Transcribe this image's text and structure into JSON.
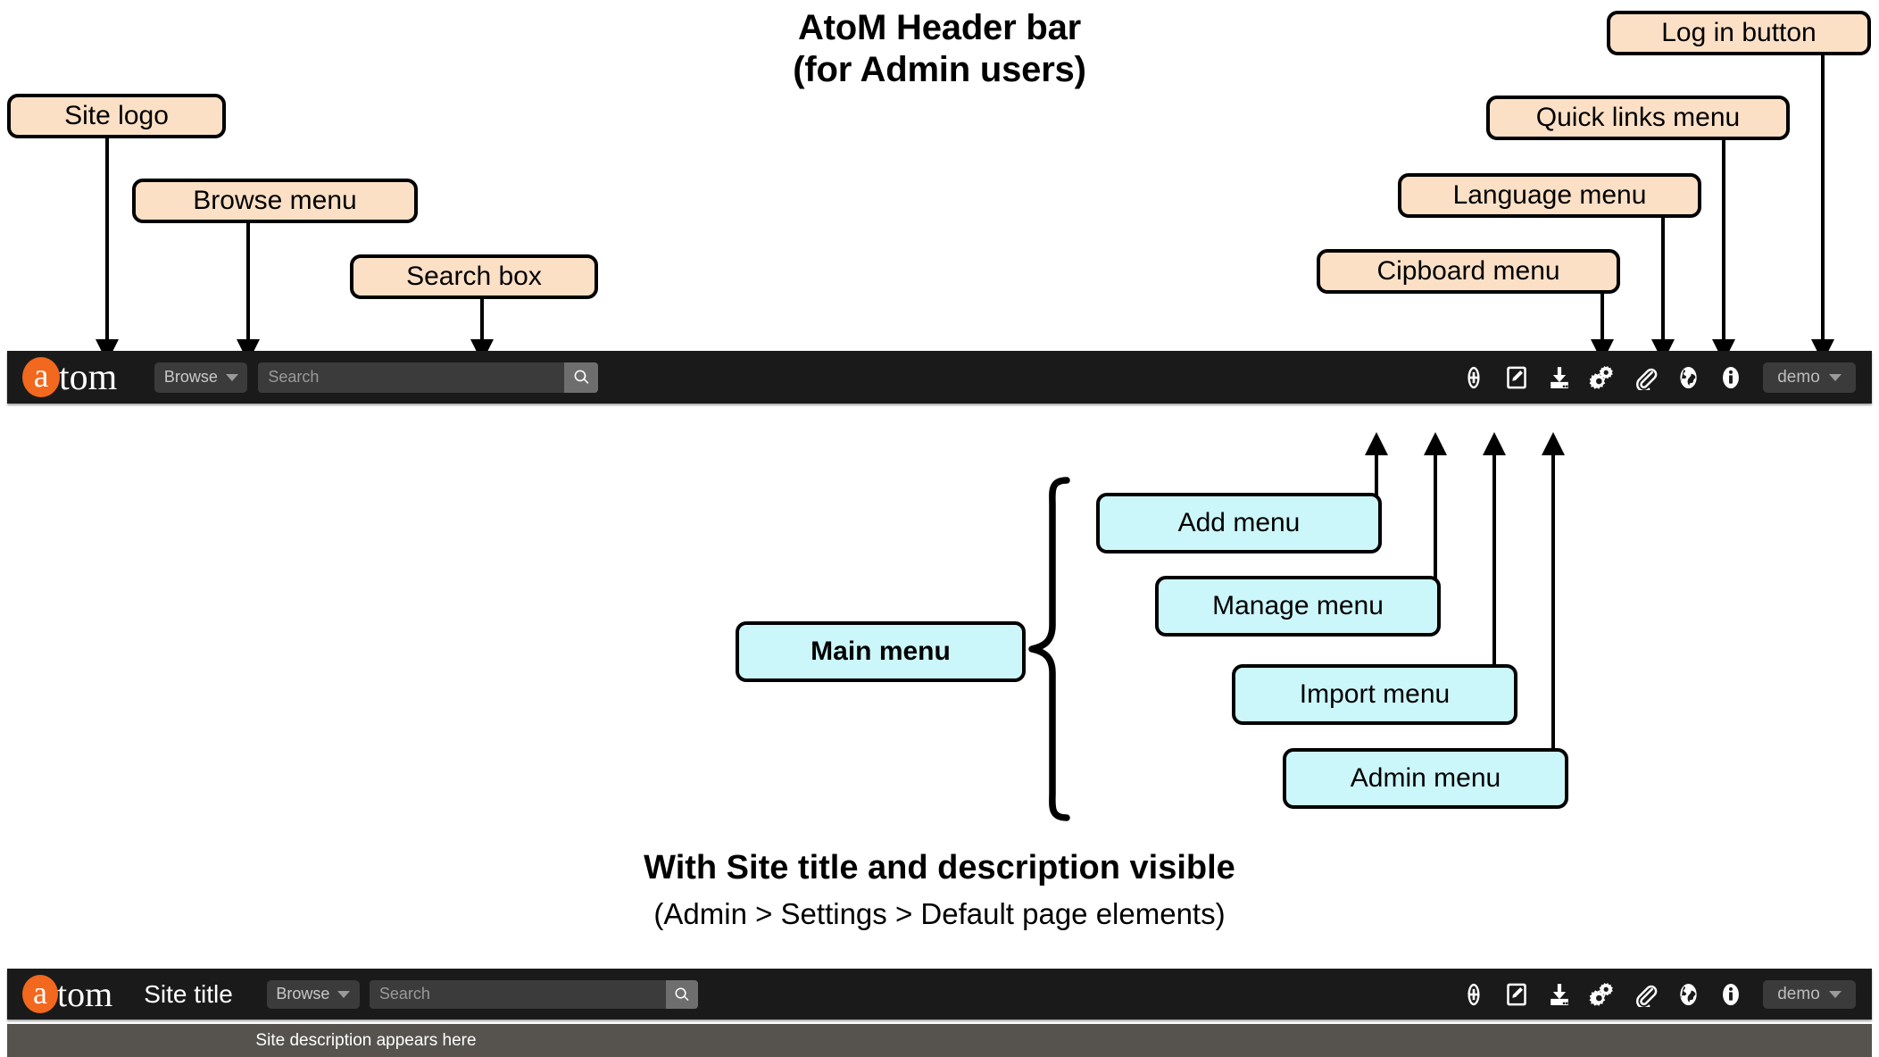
{
  "titles": {
    "main_line1": "AtoM Header bar",
    "main_line2": "(for Admin users)",
    "lower_heading": "With Site title and description visible",
    "lower_subheading": "(Admin > Settings > Default page elements)"
  },
  "callouts": {
    "peach": [
      {
        "label": "Site logo"
      },
      {
        "label": "Browse menu"
      },
      {
        "label": "Search box"
      },
      {
        "label": "Cipboard menu"
      },
      {
        "label": "Language menu"
      },
      {
        "label": "Quick links menu"
      },
      {
        "label": "Log in button"
      }
    ],
    "cyan": [
      {
        "label": "Main menu"
      },
      {
        "label": "Add menu"
      },
      {
        "label": "Manage menu"
      },
      {
        "label": "Import menu"
      },
      {
        "label": "Admin menu"
      }
    ]
  },
  "header_bar": {
    "logo": {
      "letter_a": "a",
      "rest": "tom"
    },
    "browse": {
      "label": "Browse"
    },
    "search": {
      "placeholder": "Search",
      "value": "",
      "button_icon": "search-icon"
    },
    "icons": [
      {
        "name": "add-icon",
        "title": "Add"
      },
      {
        "name": "manage-edit-icon",
        "title": "Manage"
      },
      {
        "name": "import-download-icon",
        "title": "Import"
      },
      {
        "name": "admin-gears-icon",
        "title": "Admin"
      },
      {
        "name": "clipboard-paperclip-icon",
        "title": "Clipboard"
      },
      {
        "name": "language-globe-icon",
        "title": "Language"
      },
      {
        "name": "quicklinks-info-icon",
        "title": "Quick links"
      }
    ],
    "user": {
      "label": "demo",
      "caret": "chevron-down-icon"
    }
  },
  "header_bar_with_title": {
    "site_title": "Site title",
    "site_description": "Site description appears here"
  },
  "colors": {
    "bar_background": "#1a1a1a",
    "logo_orange": "#F1681E",
    "callout_peach": "#FCE0C6",
    "callout_cyan": "#CCF7FA",
    "description_bar": "#56534F",
    "control_background": "#3b3b3b",
    "search_button": "#6e6e6e"
  }
}
